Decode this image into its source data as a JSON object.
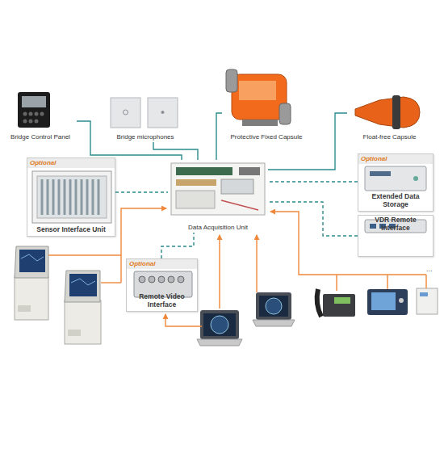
{
  "diagram": {
    "nodes": [
      {
        "text": [
          "Bridge Control Panel"
        ]
      },
      {
        "text": [
          "Bridge microphones"
        ]
      },
      {
        "text": [
          "Protective Fixed Capsule"
        ]
      },
      {
        "text": [
          "Float-free Capsule"
        ]
      },
      {
        "text": [
          "Optional",
          "Sensor Interface Unit"
        ]
      },
      {
        "text": [
          "Data Acquisition Unit"
        ]
      },
      {
        "text": [
          "Optional",
          "Extended Data Storage"
        ]
      },
      {
        "text": [
          "VDR Remote Interface"
        ]
      },
      {
        "text": [
          "Optional",
          "Remote Video Interface"
        ]
      }
    ],
    "edges": [
      {
        "from": 0,
        "to": 5,
        "arrow": "none"
      },
      {
        "from": 1,
        "to": 5,
        "arrow": "none"
      },
      {
        "from": 2,
        "to": 5,
        "arrow": "none"
      },
      {
        "from": 3,
        "to": 5,
        "arrow": "none"
      },
      {
        "from": 4,
        "to": 5,
        "arrow": "none"
      },
      {
        "from": 6,
        "to": 5,
        "arrow": "none"
      },
      {
        "from": 7,
        "to": 5,
        "arrow": "none"
      },
      {
        "from": 8,
        "to": 5,
        "arrow": "none"
      }
    ],
    "labels": [
      "..."
    ]
  }
}
